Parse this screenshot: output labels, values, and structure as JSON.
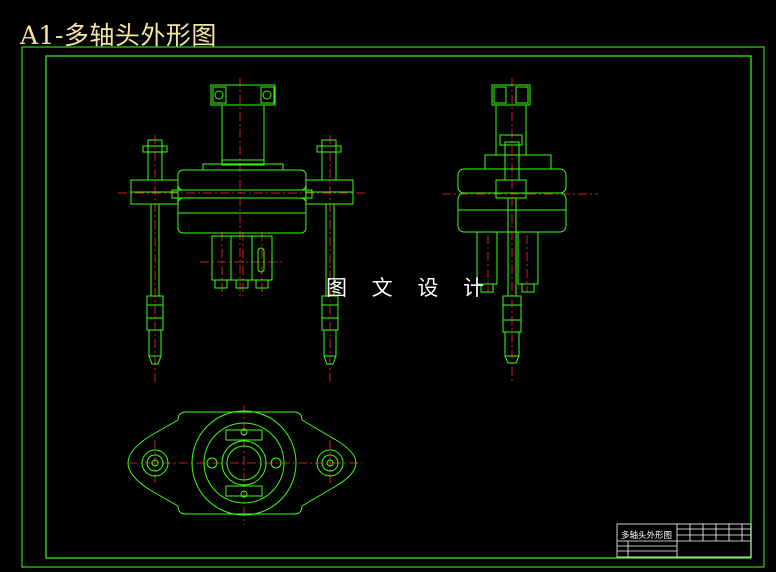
{
  "sheet": {
    "title": "A1-多轴头外形图",
    "watermark": "图 文 设 计",
    "title_block_name": "多轴头外形图"
  },
  "colors": {
    "background": "#000000",
    "outline": "#39ff14",
    "centerline": "#ff2a2a",
    "title_text": "#f2e6a0",
    "title_block": "#ffffff"
  }
}
